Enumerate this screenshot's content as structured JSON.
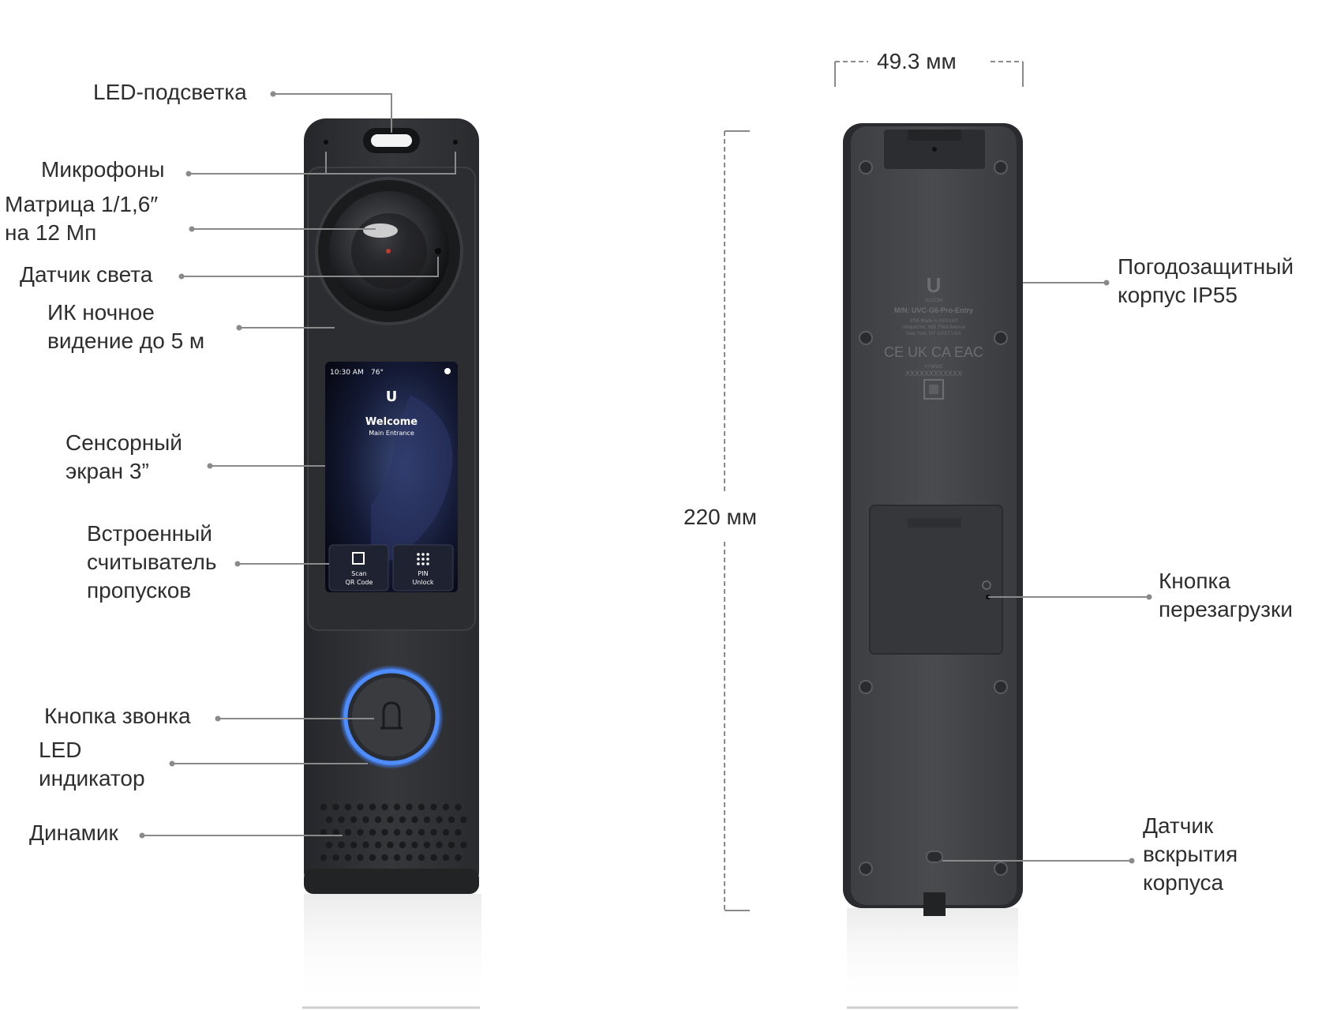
{
  "labels": {
    "led_backlight": "LED-подсветка",
    "microphones": "Микрофоны",
    "sensor_line1": "Матрица 1/1,6″",
    "sensor_line2": "на 12 Мп",
    "light_sensor": "Датчик света",
    "ir_line1": "ИК ночное",
    "ir_line2": "видение до 5 м",
    "touch_line1": "Сенсорный",
    "touch_line2": "экран 3”",
    "reader_line1": "Встроенный",
    "reader_line2": "считыватель",
    "reader_line3": "пропусков",
    "bell_button": "Кнопка звонка",
    "led_ind_line1": "LED",
    "led_ind_line2": "индикатор",
    "speaker": "Динамик",
    "weather_line1": "Погодозащитный",
    "weather_line2": "корпус IP55",
    "reset_line1": "Кнопка",
    "reset_line2": "перезагрузки",
    "tamper_line1": "Датчик",
    "tamper_line2": "вскрытия",
    "tamper_line3": "корпуса"
  },
  "dimensions": {
    "width": "49.3 мм",
    "height": "220 мм"
  },
  "screen": {
    "time": "10:30 AM",
    "temp": "76°",
    "welcome": "Welcome",
    "subtitle": "Main Entrance",
    "btn1_line1": "Scan",
    "btn1_line2": "QR Code",
    "btn2_line1": "PIN",
    "btn2_line2": "Unlock"
  },
  "back_label": {
    "brand": "ULCOM",
    "model": "M/N: UVC-G6-Pro-Entry",
    "line1": "IP55    Made in XXXXXX",
    "line2": "Ubiquiti Inc. 685 Third Avenue",
    "line3": "New York, NY 10017 USA",
    "marks": "CE UK CA EAC",
    "code1": "YYWWC",
    "code2": "XXXXXXXXXXXX"
  },
  "colors": {
    "device": "#2f3033",
    "ring": "#3a7bff",
    "line": "#8a8a8a"
  }
}
